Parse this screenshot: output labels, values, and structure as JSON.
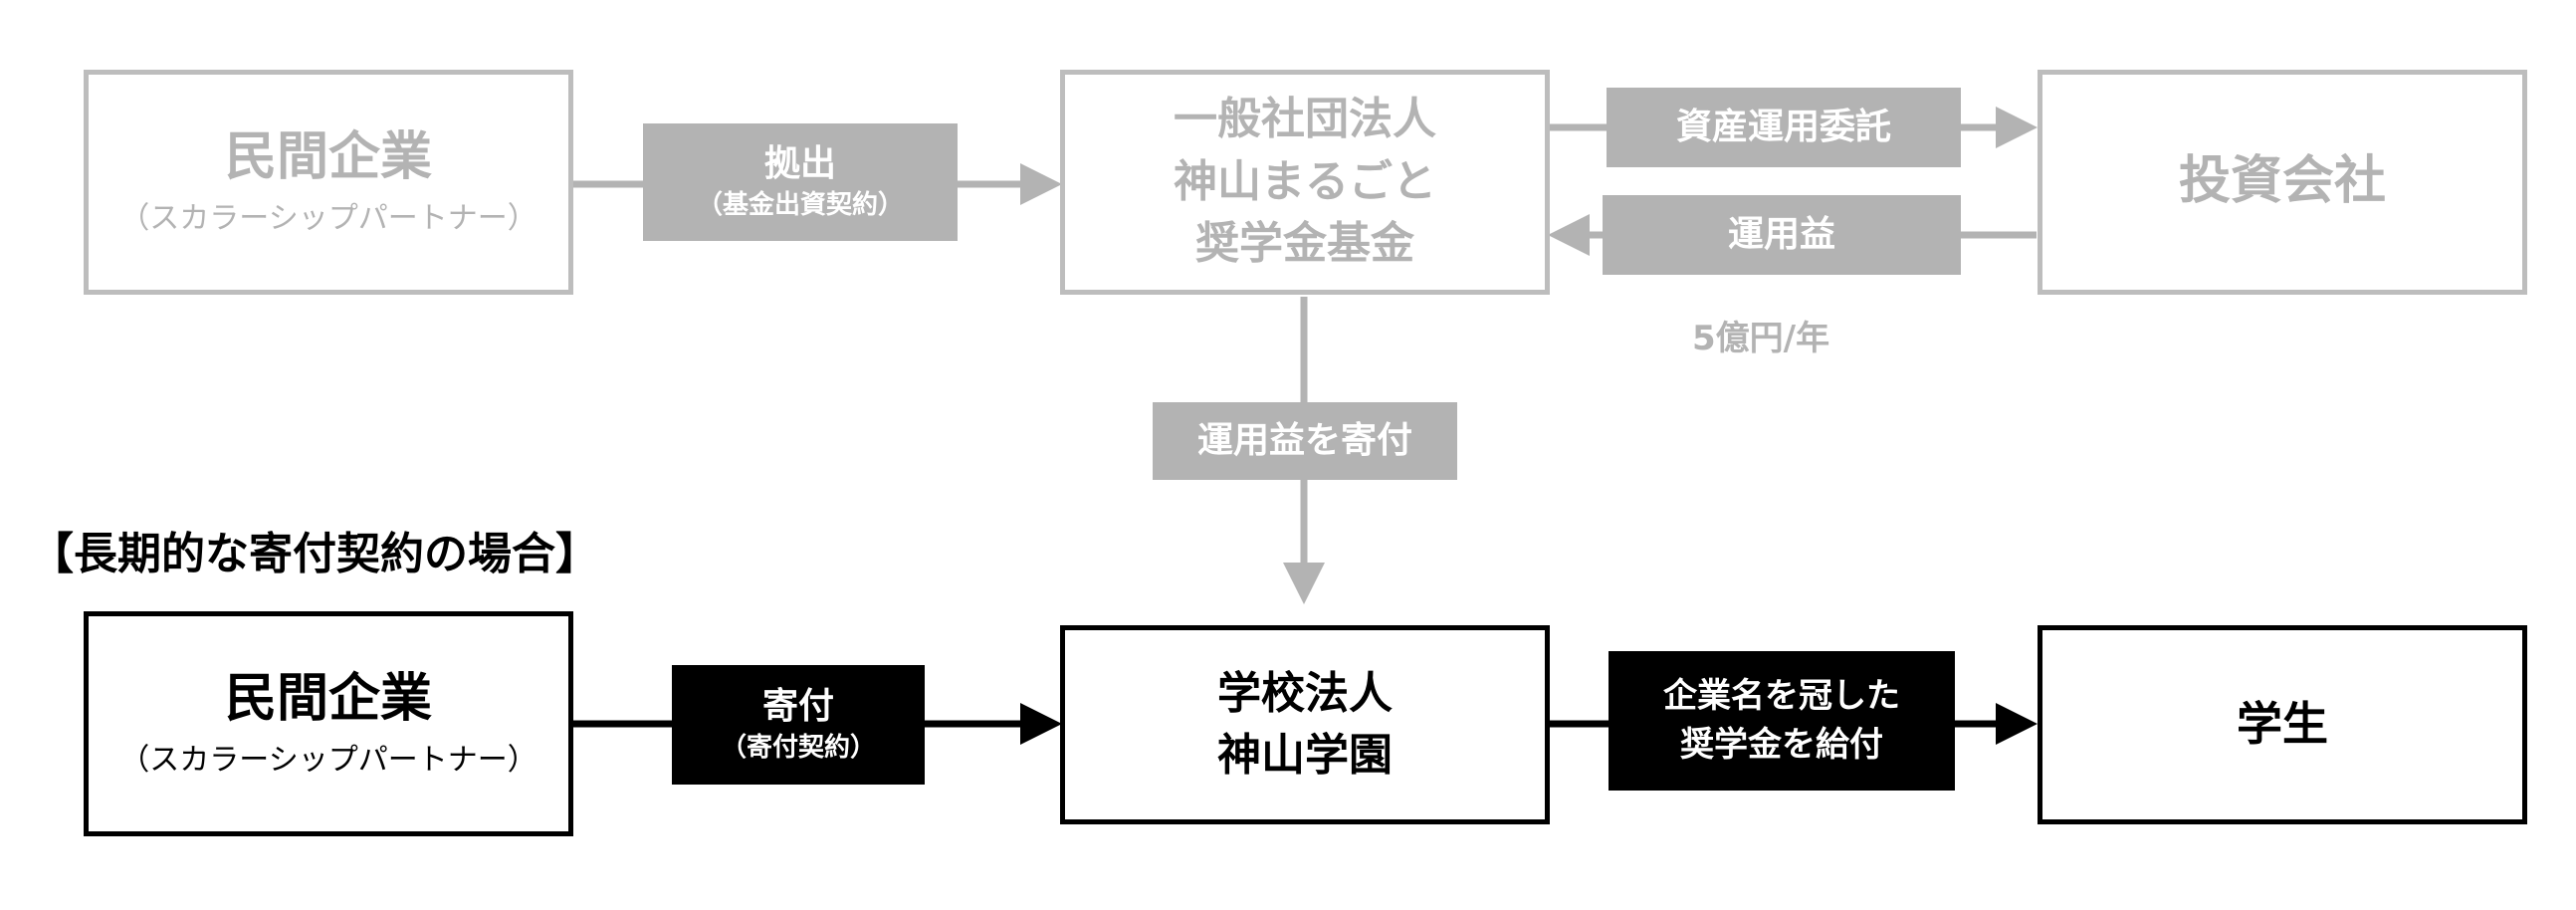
{
  "colors": {
    "gray": "#b3b3b3",
    "gray_border": "#bdbdbd",
    "black": "#000000",
    "white": "#ffffff"
  },
  "top": {
    "company": {
      "name": "民間企業",
      "sub": "（スカラーシップパートナー）"
    },
    "label_contribution": {
      "main": "拠出",
      "sub": "（基金出資契約）"
    },
    "fund": {
      "line1": "一般社団法人",
      "line2": "神山まるごと",
      "line3": "奨学金基金"
    },
    "label_asset": "資産運用委託",
    "label_returns": "運用益",
    "investment_company": "投資会社",
    "amount_per_year": "5億円/年",
    "label_donate_returns": "運用益を寄付"
  },
  "section_heading": "【長期的な寄付契約の場合】",
  "bottom": {
    "company": {
      "name": "民間企業",
      "sub": "（スカラーシップパートナー）"
    },
    "label_donation": {
      "main": "寄付",
      "sub": "（寄付契約）"
    },
    "school": {
      "line1": "学校法人",
      "line2": "神山学園"
    },
    "label_scholarship": {
      "line1": "企業名を冠した",
      "line2": "奨学金を給付"
    },
    "students": "学生"
  }
}
